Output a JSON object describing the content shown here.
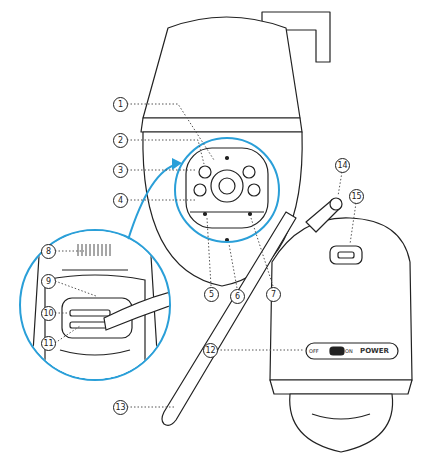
{
  "diagram": {
    "labels": [
      "1",
      "2",
      "3",
      "4",
      "5",
      "6",
      "7",
      "8",
      "9",
      "10",
      "11",
      "12",
      "13",
      "14",
      "15",
      "OFF",
      "ON",
      "POWER"
    ]
  }
}
